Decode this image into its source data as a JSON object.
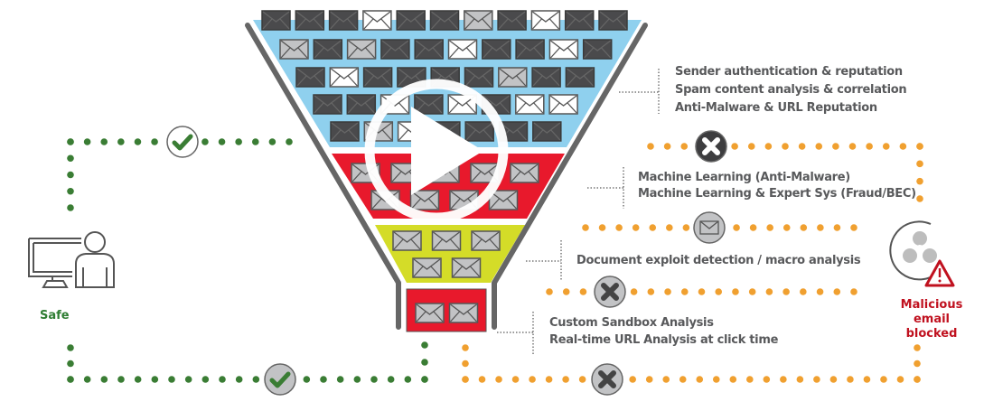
{
  "funnel": {
    "stage_colors": {
      "reputation": "#8fd0ee",
      "machine_learning": "#e8192c",
      "document": "#d4dc28",
      "sandbox": "#e8192c"
    },
    "envelope_colors": {
      "d": "#4a4a4c",
      "g": "#c2c3c5",
      "w": "#ffffff"
    },
    "top_rows": [
      "dddwddgdwdd",
      "gdgddwddwd",
      "dwddddgdd",
      "ddwdwdww",
      "dgwdddd"
    ]
  },
  "labels": {
    "stage1": [
      "Sender authentication & reputation",
      "Spam content analysis & correlation",
      "Anti-Malware & URL Reputation"
    ],
    "stage2": [
      "Machine Learning (Anti-Malware)",
      "Machine Learning & Expert Sys (Fraud/BEC)"
    ],
    "stage3": [
      "Document exploit detection / macro analysis"
    ],
    "stage4": [
      "Custom Sandbox Analysis",
      "Real-time URL Analysis at click time"
    ]
  },
  "user": {
    "label": "Safe"
  },
  "blocked": {
    "line1": "Malicious",
    "line2": "email blocked"
  },
  "colors": {
    "safe_path": "#3a7d34",
    "blocked_path": "#f0a030",
    "blocked_text": "#c0111f",
    "text": "#58595b"
  },
  "video": {
    "state": "paused",
    "icon": "play-icon"
  }
}
